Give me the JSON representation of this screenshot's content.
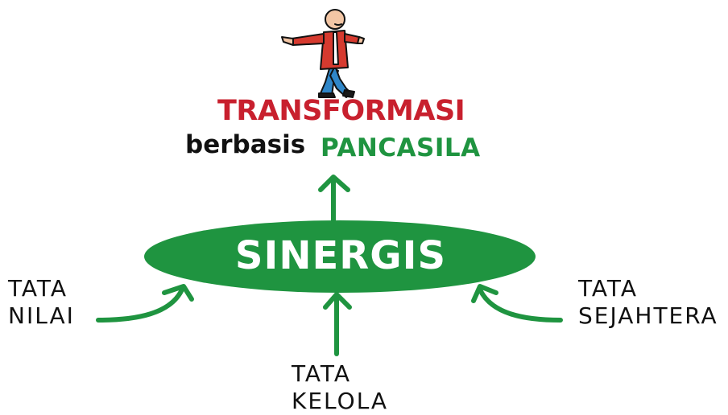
{
  "title": {
    "transformasi": "TRANSFORMASI",
    "berbasis": "berbasis",
    "pancasila": "PANCASILA"
  },
  "center": {
    "label": "SINERGIS"
  },
  "inputs": [
    {
      "line1": "TATA",
      "line2": "NILAI"
    },
    {
      "line1": "TATA",
      "line2": "KELOLA"
    },
    {
      "line1": "TATA",
      "line2": "SEJAHTERA"
    }
  ],
  "colors": {
    "green": "#1f9440",
    "red": "#c8202e",
    "figure_jacket": "#d63a2f",
    "figure_pants": "#2f86c8",
    "skin": "#f3c6a5"
  },
  "icons": [
    "walking-person-icon"
  ]
}
